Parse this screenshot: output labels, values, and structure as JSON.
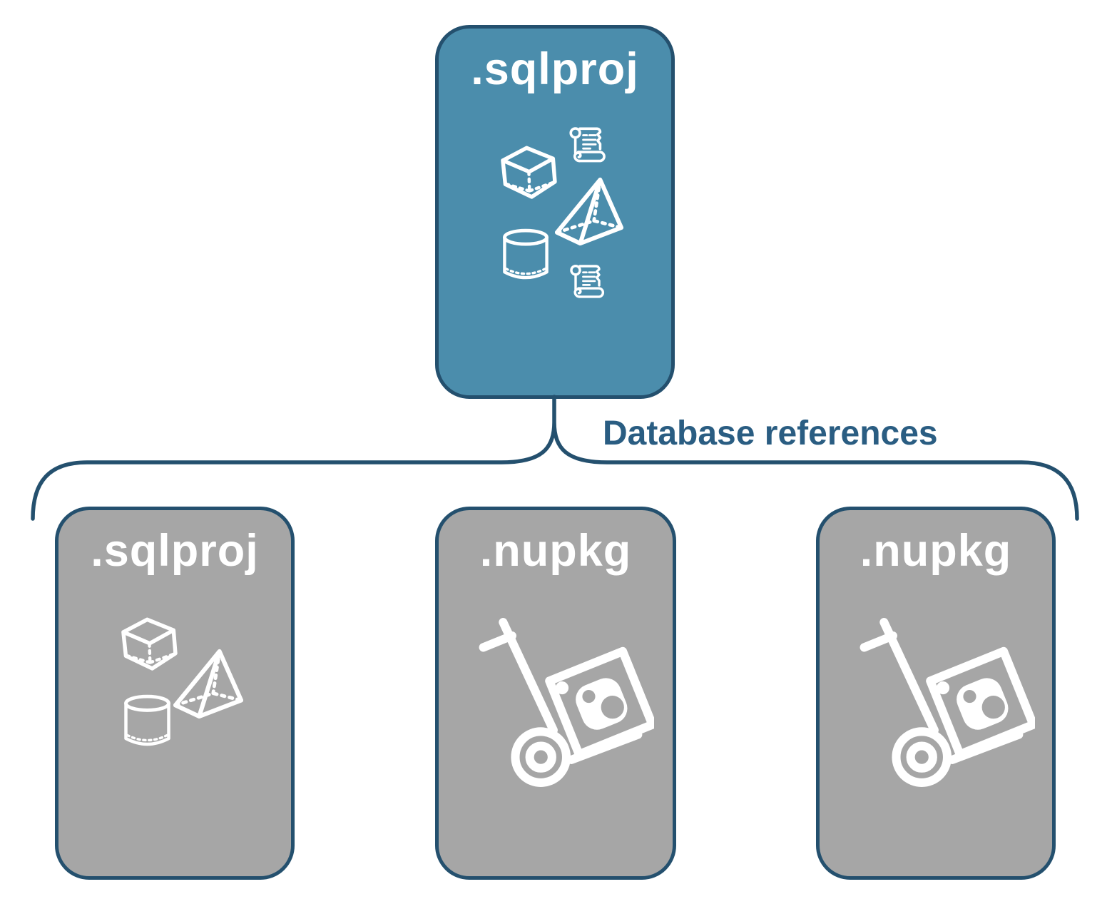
{
  "diagram": {
    "connector_label": "Database references",
    "root_node": {
      "label": ".sqlproj",
      "type": "sql-project",
      "icons": [
        "sql-script-scroll-icon",
        "cube-icon",
        "pyramid-icon",
        "cylinder-icon",
        "sql-script-scroll-icon"
      ]
    },
    "child_nodes": [
      {
        "label": ".sqlproj",
        "type": "sql-project",
        "icons": [
          "cube-icon",
          "pyramid-icon",
          "cylinder-icon"
        ]
      },
      {
        "label": ".nupkg",
        "type": "nuget-package",
        "icons": [
          "nuget-package-handtruck-icon"
        ]
      },
      {
        "label": ".nupkg",
        "type": "nuget-package",
        "icons": [
          "nuget-package-handtruck-icon"
        ]
      }
    ],
    "colors": {
      "root_node_fill": "#4b8dac",
      "child_node_fill": "#a6a6a6",
      "node_outline": "#24506e",
      "connector_stroke": "#24506e",
      "connector_label_text": "#2a5d82",
      "icon_stroke": "#ffffff"
    }
  }
}
